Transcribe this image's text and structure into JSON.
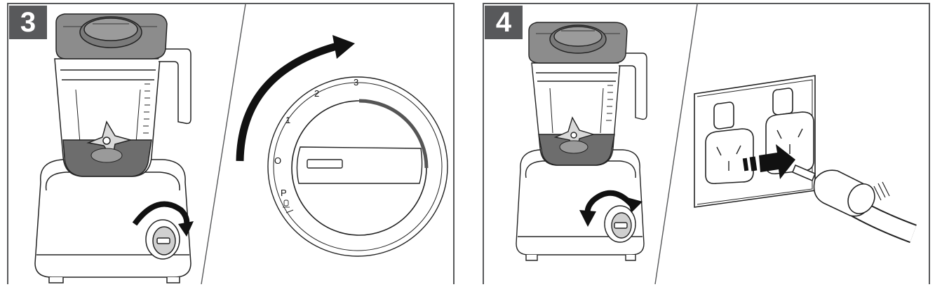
{
  "steps": [
    {
      "number": "3"
    },
    {
      "number": "4"
    }
  ],
  "dial": {
    "labels": [
      "3",
      "2",
      "1",
      "O",
      "P"
    ]
  },
  "colors": {
    "frame": "#58595b",
    "badge": "#58595b",
    "line": "#222222",
    "lid": "#8c8c8c",
    "blade_base": "#6d6d6d",
    "arrow": "#111111"
  }
}
